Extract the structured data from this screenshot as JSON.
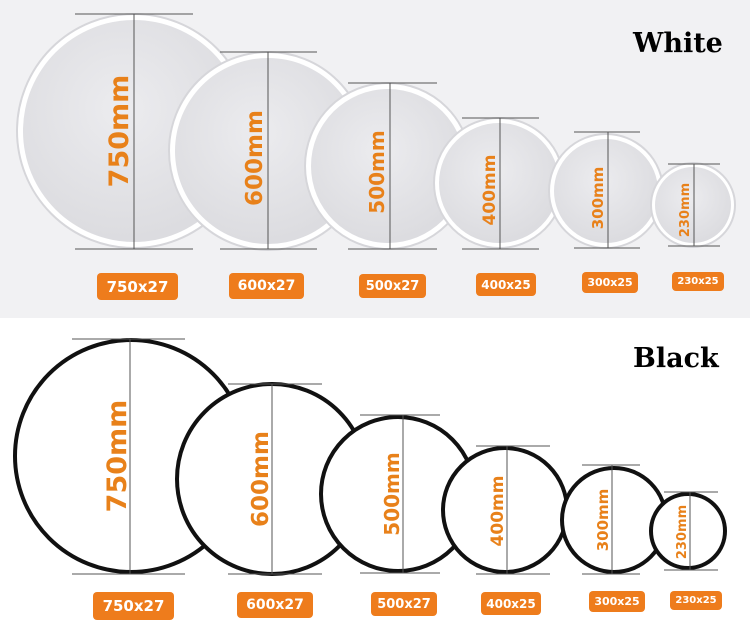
{
  "sections": [
    {
      "title": "White",
      "circles": [
        {
          "label": "750mm",
          "badge": "750x27"
        },
        {
          "label": "600mm",
          "badge": "600x27"
        },
        {
          "label": "500mm",
          "badge": "500x27"
        },
        {
          "label": "400mm",
          "badge": "400x25"
        },
        {
          "label": "300mm",
          "badge": "300x25"
        },
        {
          "label": "230mm",
          "badge": "230x25"
        }
      ]
    },
    {
      "title": "Black",
      "circles": [
        {
          "label": "750mm",
          "badge": "750x27"
        },
        {
          "label": "600mm",
          "badge": "600x27"
        },
        {
          "label": "500mm",
          "badge": "500x27"
        },
        {
          "label": "400mm",
          "badge": "400x25"
        },
        {
          "label": "300mm",
          "badge": "300x25"
        },
        {
          "label": "230mm",
          "badge": "230x25"
        }
      ]
    }
  ],
  "colors": {
    "accent": "#ee7c1c",
    "white_ring": "#dcdcdf",
    "white_face": "#e4e4e7",
    "black_ring": "#111111"
  }
}
